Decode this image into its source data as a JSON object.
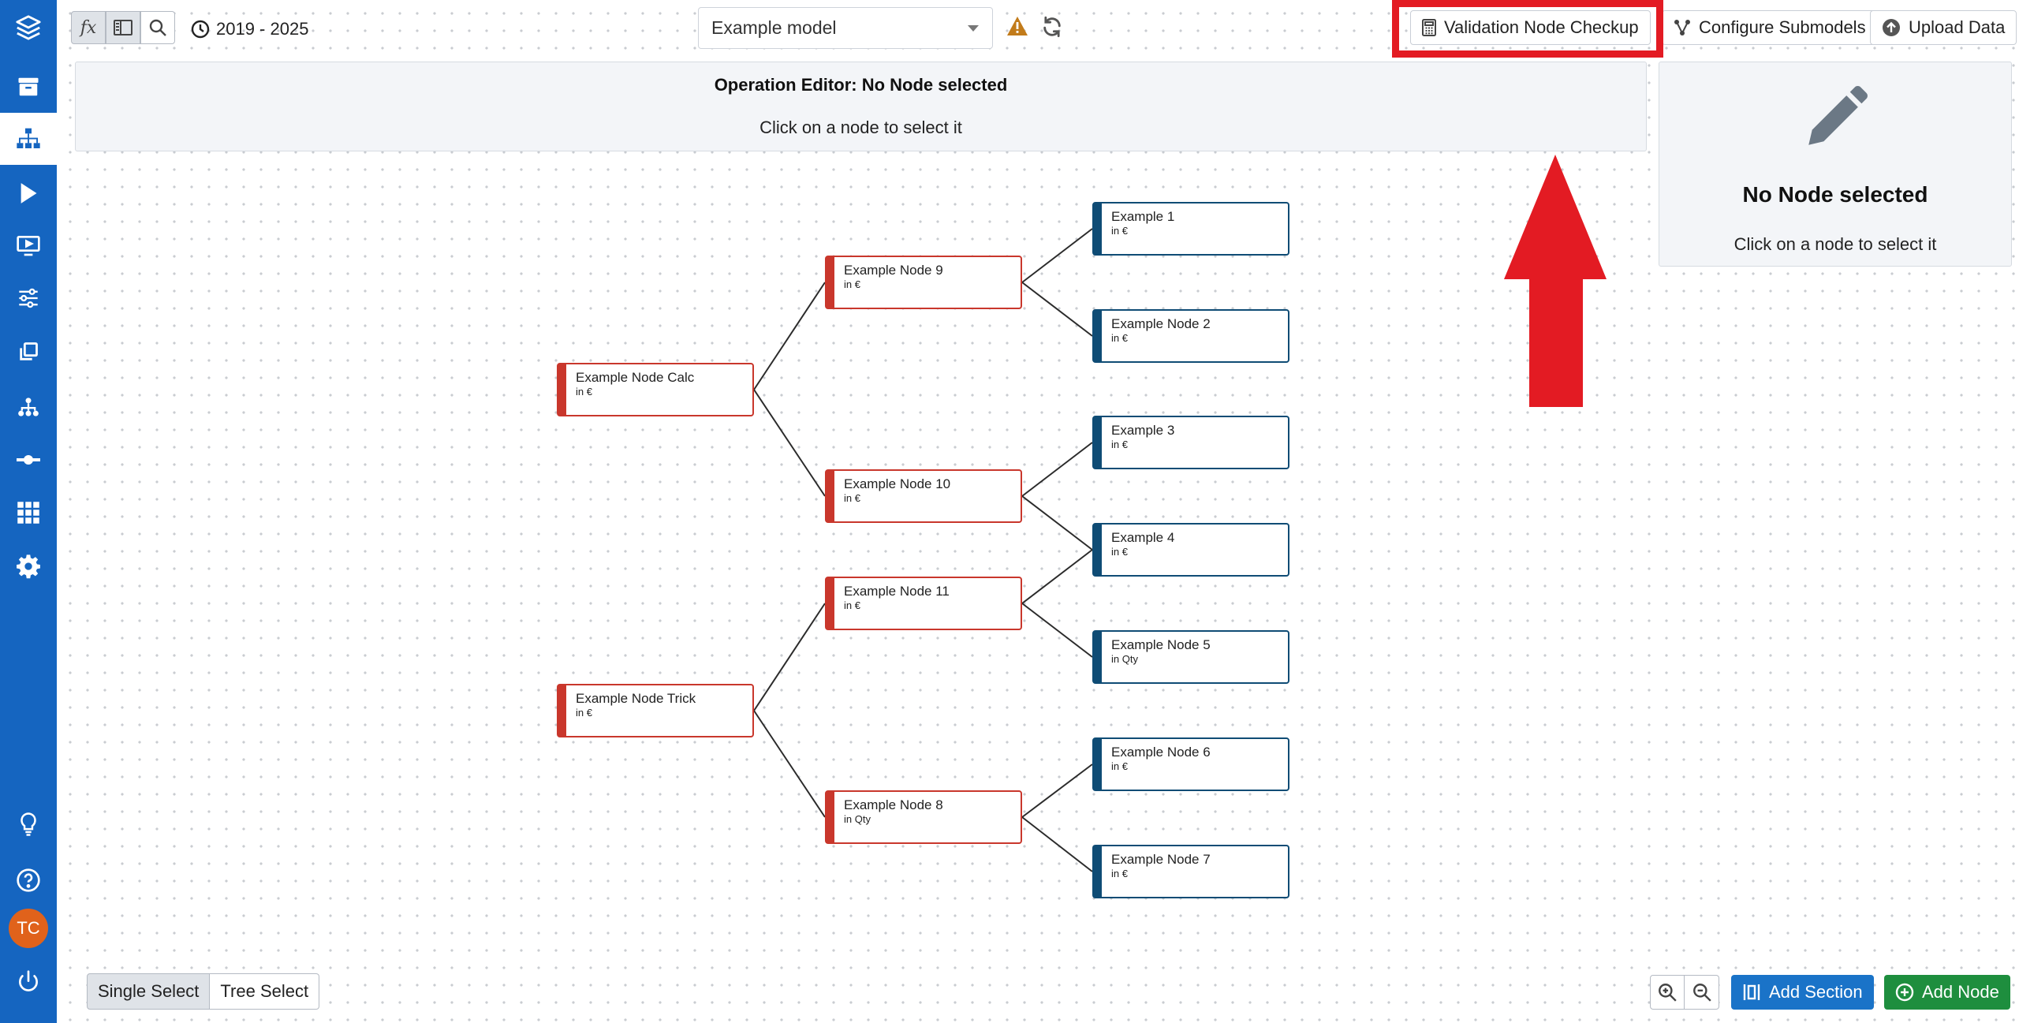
{
  "sidebar": {
    "items": [
      {
        "icon": "layers-logo-icon"
      },
      {
        "icon": "archive-icon"
      },
      {
        "icon": "sitemap-icon",
        "active": true
      },
      {
        "icon": "play-icon"
      },
      {
        "icon": "presentation-icon"
      },
      {
        "icon": "sliders-icon"
      },
      {
        "icon": "copy-icon"
      },
      {
        "icon": "hierarchy-icon"
      },
      {
        "icon": "connector-icon"
      },
      {
        "icon": "grid-icon"
      },
      {
        "icon": "gear-icon"
      },
      {
        "icon": "lightbulb-icon"
      },
      {
        "icon": "help-icon"
      },
      {
        "icon": "power-icon"
      }
    ],
    "avatar_initials": "TC"
  },
  "toolbar": {
    "formula_label": "fx",
    "year_range": "2019 - 2025",
    "model_select_value": "Example model",
    "validation_button": "Validation Node Checkup",
    "configure_button": "Configure Submodels",
    "upload_button": "Upload Data"
  },
  "operation_editor": {
    "title": "Operation Editor: No Node selected",
    "subtitle": "Click on a node to select it"
  },
  "info_panel": {
    "title": "No Node selected",
    "subtitle": "Click on a node to select it"
  },
  "nodes": {
    "calc": {
      "name": "Example Node Calc",
      "unit": "in €"
    },
    "trick": {
      "name": "Example Node Trick",
      "unit": "in €"
    },
    "n9": {
      "name": "Example Node 9",
      "unit": "in €"
    },
    "n10": {
      "name": "Example Node 10",
      "unit": "in €"
    },
    "n11": {
      "name": "Example Node 11",
      "unit": "in €"
    },
    "n8": {
      "name": "Example Node 8",
      "unit": "in Qty"
    },
    "e1": {
      "name": "Example 1",
      "unit": "in €"
    },
    "n2": {
      "name": "Example Node 2",
      "unit": "in €"
    },
    "e3": {
      "name": "Example 3",
      "unit": "in €"
    },
    "e4": {
      "name": "Example 4",
      "unit": "in €"
    },
    "n5": {
      "name": "Example Node 5",
      "unit": "in Qty"
    },
    "n6": {
      "name": "Example Node 6",
      "unit": "in €"
    },
    "n7": {
      "name": "Example Node 7",
      "unit": "in €"
    }
  },
  "bottom": {
    "single_select": "Single Select",
    "tree_select": "Tree Select",
    "add_section": "Add Section",
    "add_node": "Add Node"
  },
  "colors": {
    "sidebar": "#1565c0",
    "calc_node": "#c9372c",
    "leaf_node": "#0f4c75",
    "add_section": "#1a73c8",
    "add_node": "#1e8e3e",
    "highlight": "#e31b23"
  }
}
